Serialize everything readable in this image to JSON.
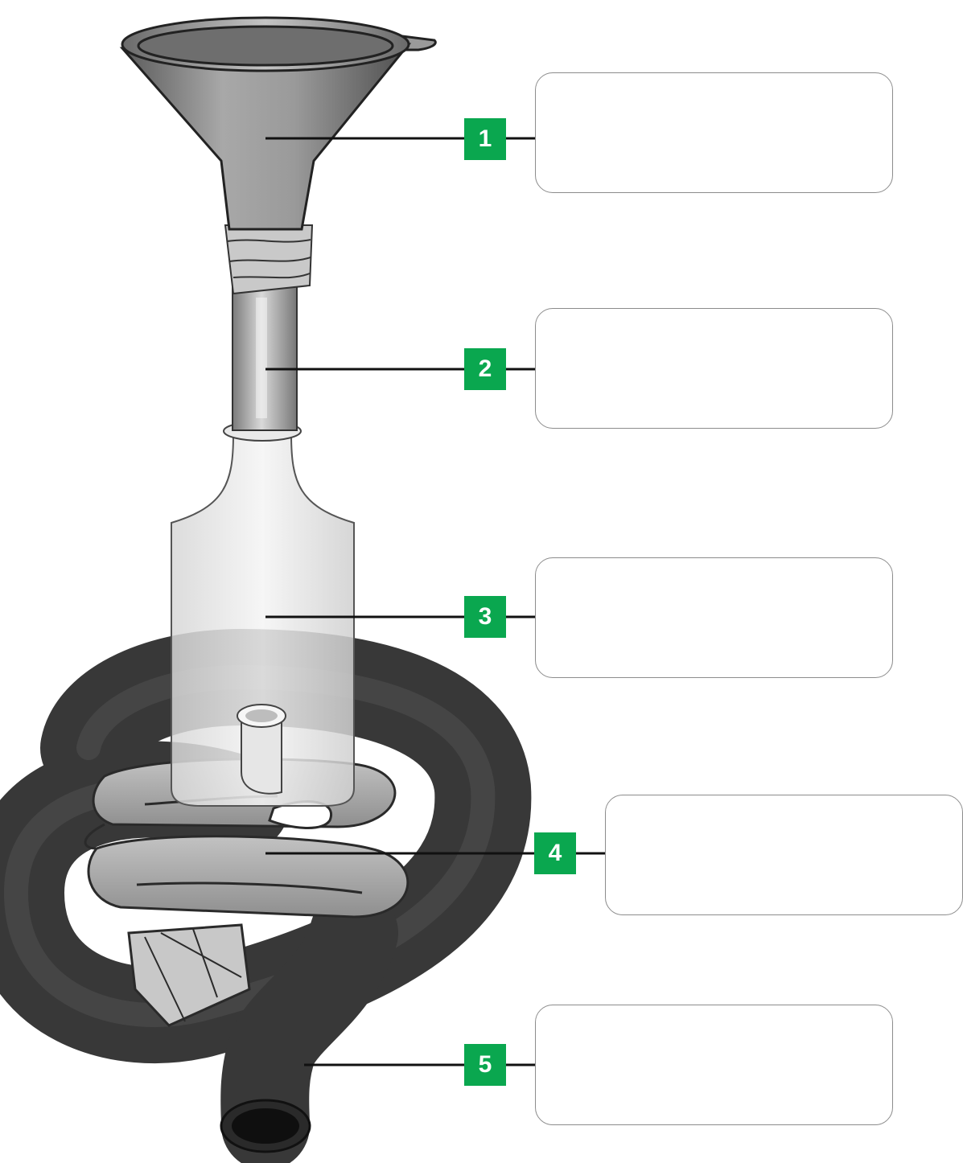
{
  "labels": [
    {
      "number": "1",
      "answer": ""
    },
    {
      "number": "2",
      "answer": ""
    },
    {
      "number": "3",
      "answer": ""
    },
    {
      "number": "4",
      "answer": ""
    },
    {
      "number": "5",
      "answer": ""
    }
  ],
  "colors": {
    "badge": "#0aa74f",
    "box_border": "#8c8c8c",
    "leader_line": "#111111",
    "tubing": "#3a3a3a",
    "bag": "#a9a9a9",
    "funnel": "#8d8d8d",
    "bottle": "#e9e9e9"
  },
  "icons": {
    "funnel": "funnel-icon",
    "tape": "tape-wrap-icon",
    "tube": "glass-tube-icon",
    "bottle": "bottle-icon",
    "bag": "coiled-bag-icon",
    "hose": "rubber-hose-icon"
  }
}
